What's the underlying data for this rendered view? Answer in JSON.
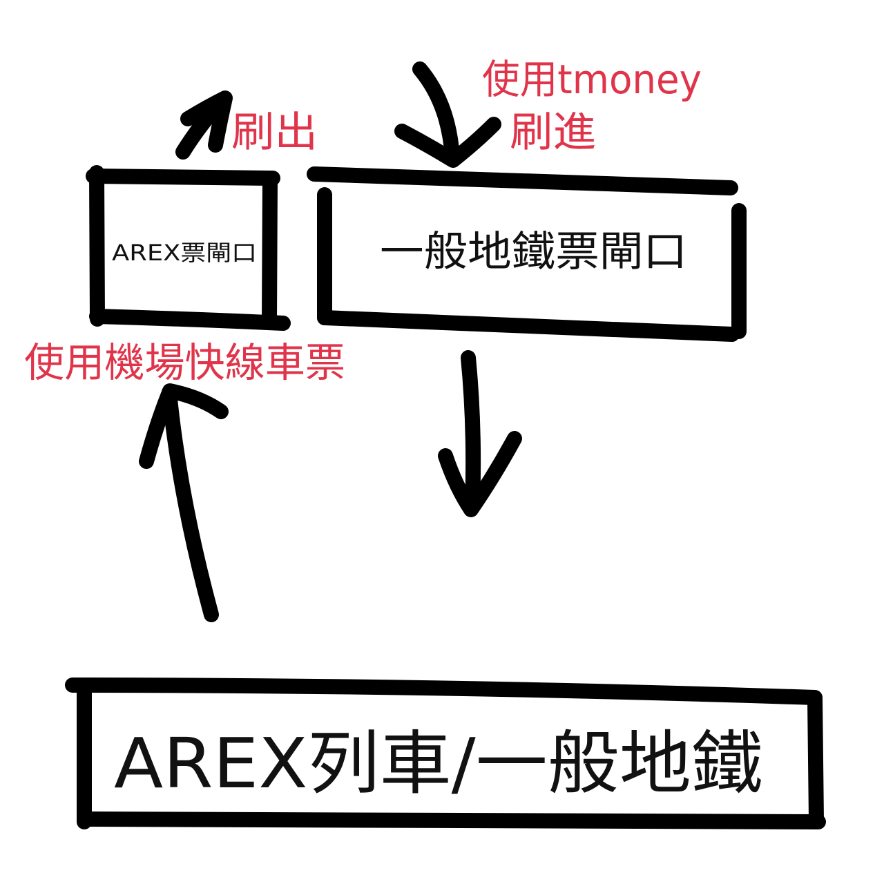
{
  "labels": {
    "swipe_out": "刷出",
    "use_tmoney": "使用tmoney",
    "swipe_in": "刷進",
    "arex_gate": "AREX票閘口",
    "subway_gate": "一般地鐵票閘口",
    "use_arex_ticket": "使用機場快線車票",
    "platform": "AREX列車/一般地鐵"
  },
  "colors": {
    "annotation": "#e0344a",
    "ink": "#000000"
  }
}
